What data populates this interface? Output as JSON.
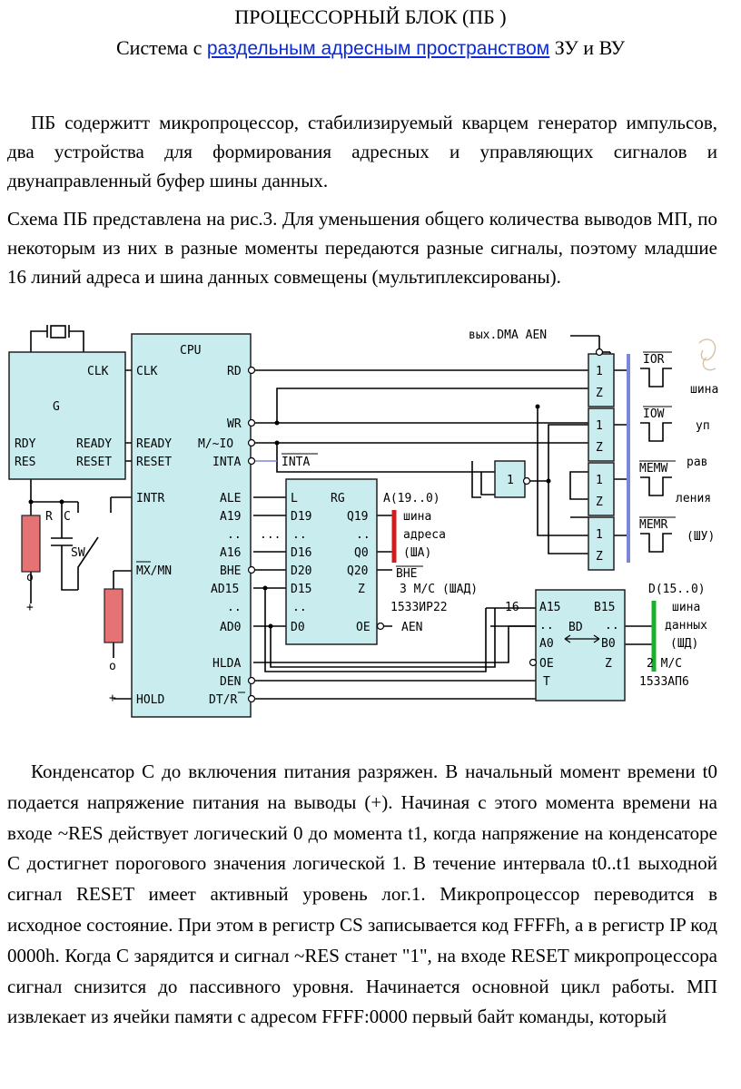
{
  "title": "ПРОЦЕССОРНЫЙ БЛОК (ПБ )",
  "subtitle": {
    "prefix": "Система с ",
    "link": "раздельным адресным пространством",
    "suffix": " ЗУ и ВУ"
  },
  "paragraphs": [
    "ПБ содержитт микропроцессор, стабилизируемый кварцем генератор импульсов, два устройства для формирования адресных и управляющих сигналов и двунаправленный буфер шины данных.",
    "Схема ПБ представлена на рис.3. Для уменьшения общего количества выводов МП, по некоторым из них в разные моменты передаются разные сигналы, поэтому младшие 16 линий адреса и шина данных совмещены (мультиплексированы).",
    "Конденсатор C до включения питания разряжен. В начальный момент времени t0 подается напряжение питания на выводы (+). Начиная с этого момента времени на входе ~RES действует логический 0 до момента t1, когда напряжение на конденсаторе C достигнет порогового значения логической 1. В течение интервала t0..t1 выходной сигнал RESET имеет активный уровень лог.1. Микропроцессор переводится в исходное состояние. При этом в регистр CS записывается код FFFFh, а в регистр IP код 0000h.      Когда C зарядится и сигнал ~RES станет \"1\", на входе RESET микропроцессора сигнал снизится до пассивного уровня. Начинается основной цикл работы. МП извлекает из ячейки памяти с адресом FFFF:0000 первый байт команды, который"
  ],
  "colors": {
    "block_fill": "#c9ecef",
    "block_stroke": "#202020",
    "wire": "#000000",
    "address_bus": "#d21d1d",
    "data_bus": "#17b12c",
    "control_bus": "#7a86d8",
    "resistor": "#e57373",
    "link": "#0b2bd6"
  },
  "diagram": {
    "gen": {
      "name": "G",
      "pins_right": [
        "CLK",
        "READY",
        "RESET"
      ],
      "pins_left": [
        "RDY",
        "RES"
      ]
    },
    "cpu": {
      "name": "CPU",
      "pins_left": [
        "CLK",
        "READY",
        "RESET",
        "INTR",
        "MX/MN",
        "HOLD"
      ],
      "pins_right": [
        "RD",
        "WR",
        "M/~IO",
        "INTA",
        "ALE",
        "A19",
        "..",
        "A16",
        "BHE",
        "AD15",
        "..",
        "AD0",
        "HLDA",
        "DEN",
        "DT/R"
      ]
    },
    "inta_label": "INTA",
    "rg": {
      "name": "RG",
      "pins_left": [
        "L",
        "D19",
        "..",
        "D16",
        "D20",
        "D15",
        "..",
        "D0"
      ],
      "pins_right": [
        "Q19",
        "..",
        "Q0",
        "Q20",
        "Z",
        "OE"
      ]
    },
    "rg_caption": [
      "3 М/С  (ШАД)",
      "1533ИР22"
    ],
    "aen": "AEN",
    "addr_bus_label": "A(19..0)",
    "addr_bus_text": [
      "шина",
      "адреса",
      "(ША)"
    ],
    "bhe_out": "BHE",
    "bd": {
      "name": "BD",
      "pins_left": [
        "A15",
        "..",
        "A0",
        "OE",
        "T"
      ],
      "pins_right": [
        "B15",
        "..",
        "B0",
        "Z"
      ]
    },
    "bd_width": "16",
    "data_bus_label": "D(15..0)",
    "data_bus_text": [
      "шина",
      "данных",
      "(ШД)"
    ],
    "bd_caption": [
      "2 М/С",
      "1533АП6"
    ],
    "dma_label": "вых.DMA AEN",
    "buffers": [
      {
        "top": "1",
        "bottom": "Z"
      },
      {
        "top": "1",
        "bottom": "Z"
      },
      {
        "top": "1",
        "bottom": "Z"
      },
      {
        "top": "1",
        "bottom": "Z"
      }
    ],
    "inverter": "1",
    "control_signals": [
      "IOR",
      "IOW",
      "MEMW",
      "MEMR"
    ],
    "control_bus_text": [
      "шина",
      "уп",
      "рав",
      "ления",
      "(ШУ)"
    ],
    "rc": {
      "r": "R",
      "c": "C",
      "sw": "SW",
      "plus": "+",
      "minus": "o"
    },
    "dots": "..."
  }
}
